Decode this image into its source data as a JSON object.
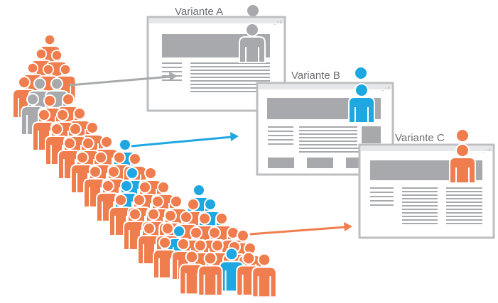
{
  "variants": [
    {
      "label": "Variante A",
      "color": "#a7a9ac",
      "person_icon": "person-icon"
    },
    {
      "label": "Variante B",
      "color": "#1ea7e1",
      "person_icon": "person-icon"
    },
    {
      "label": "Variante C",
      "color": "#ef7d4d",
      "person_icon": "person-icon"
    }
  ],
  "colors": {
    "crowd_default": "#ef7d4d",
    "outline": "#ffffff",
    "window_frame": "#bcbec0",
    "content_block": "#a7a9ac",
    "text_lines": "#a7a9ac"
  }
}
